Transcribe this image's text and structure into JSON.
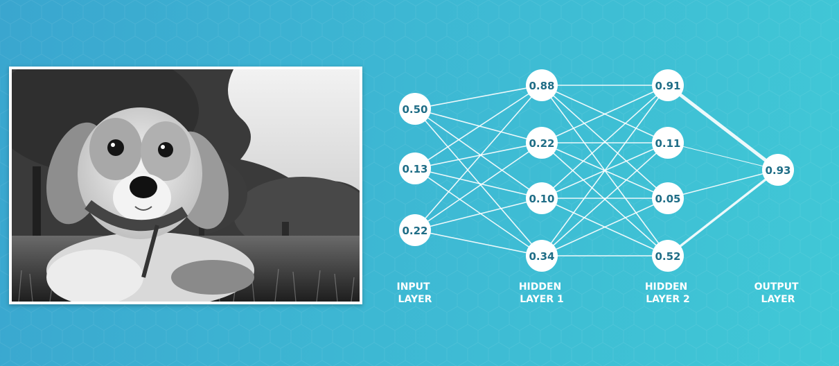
{
  "layers": [
    {
      "label_line1": "INPUT",
      "label_line2": "LAYER",
      "nodes": [
        "0.50",
        "0.13",
        "0.22"
      ]
    },
    {
      "label_line1": "HIDDEN",
      "label_line2": "LAYER 1",
      "nodes": [
        "0.88",
        "0.22",
        "0.10",
        "0.34"
      ]
    },
    {
      "label_line1": "HIDDEN",
      "label_line2": "LAYER 2",
      "nodes": [
        "0.91",
        "0.11",
        "0.05",
        "0.52"
      ]
    },
    {
      "label_line1": "OUTPUT",
      "label_line2": "LAYER",
      "nodes": [
        "0.93"
      ]
    }
  ],
  "photo": {
    "subject": "puppy-photo"
  },
  "colors": {
    "background": "#3db7d3",
    "node_fill": "#ffffff",
    "node_text": "#1f6d86",
    "edge": "#ffffff"
  }
}
